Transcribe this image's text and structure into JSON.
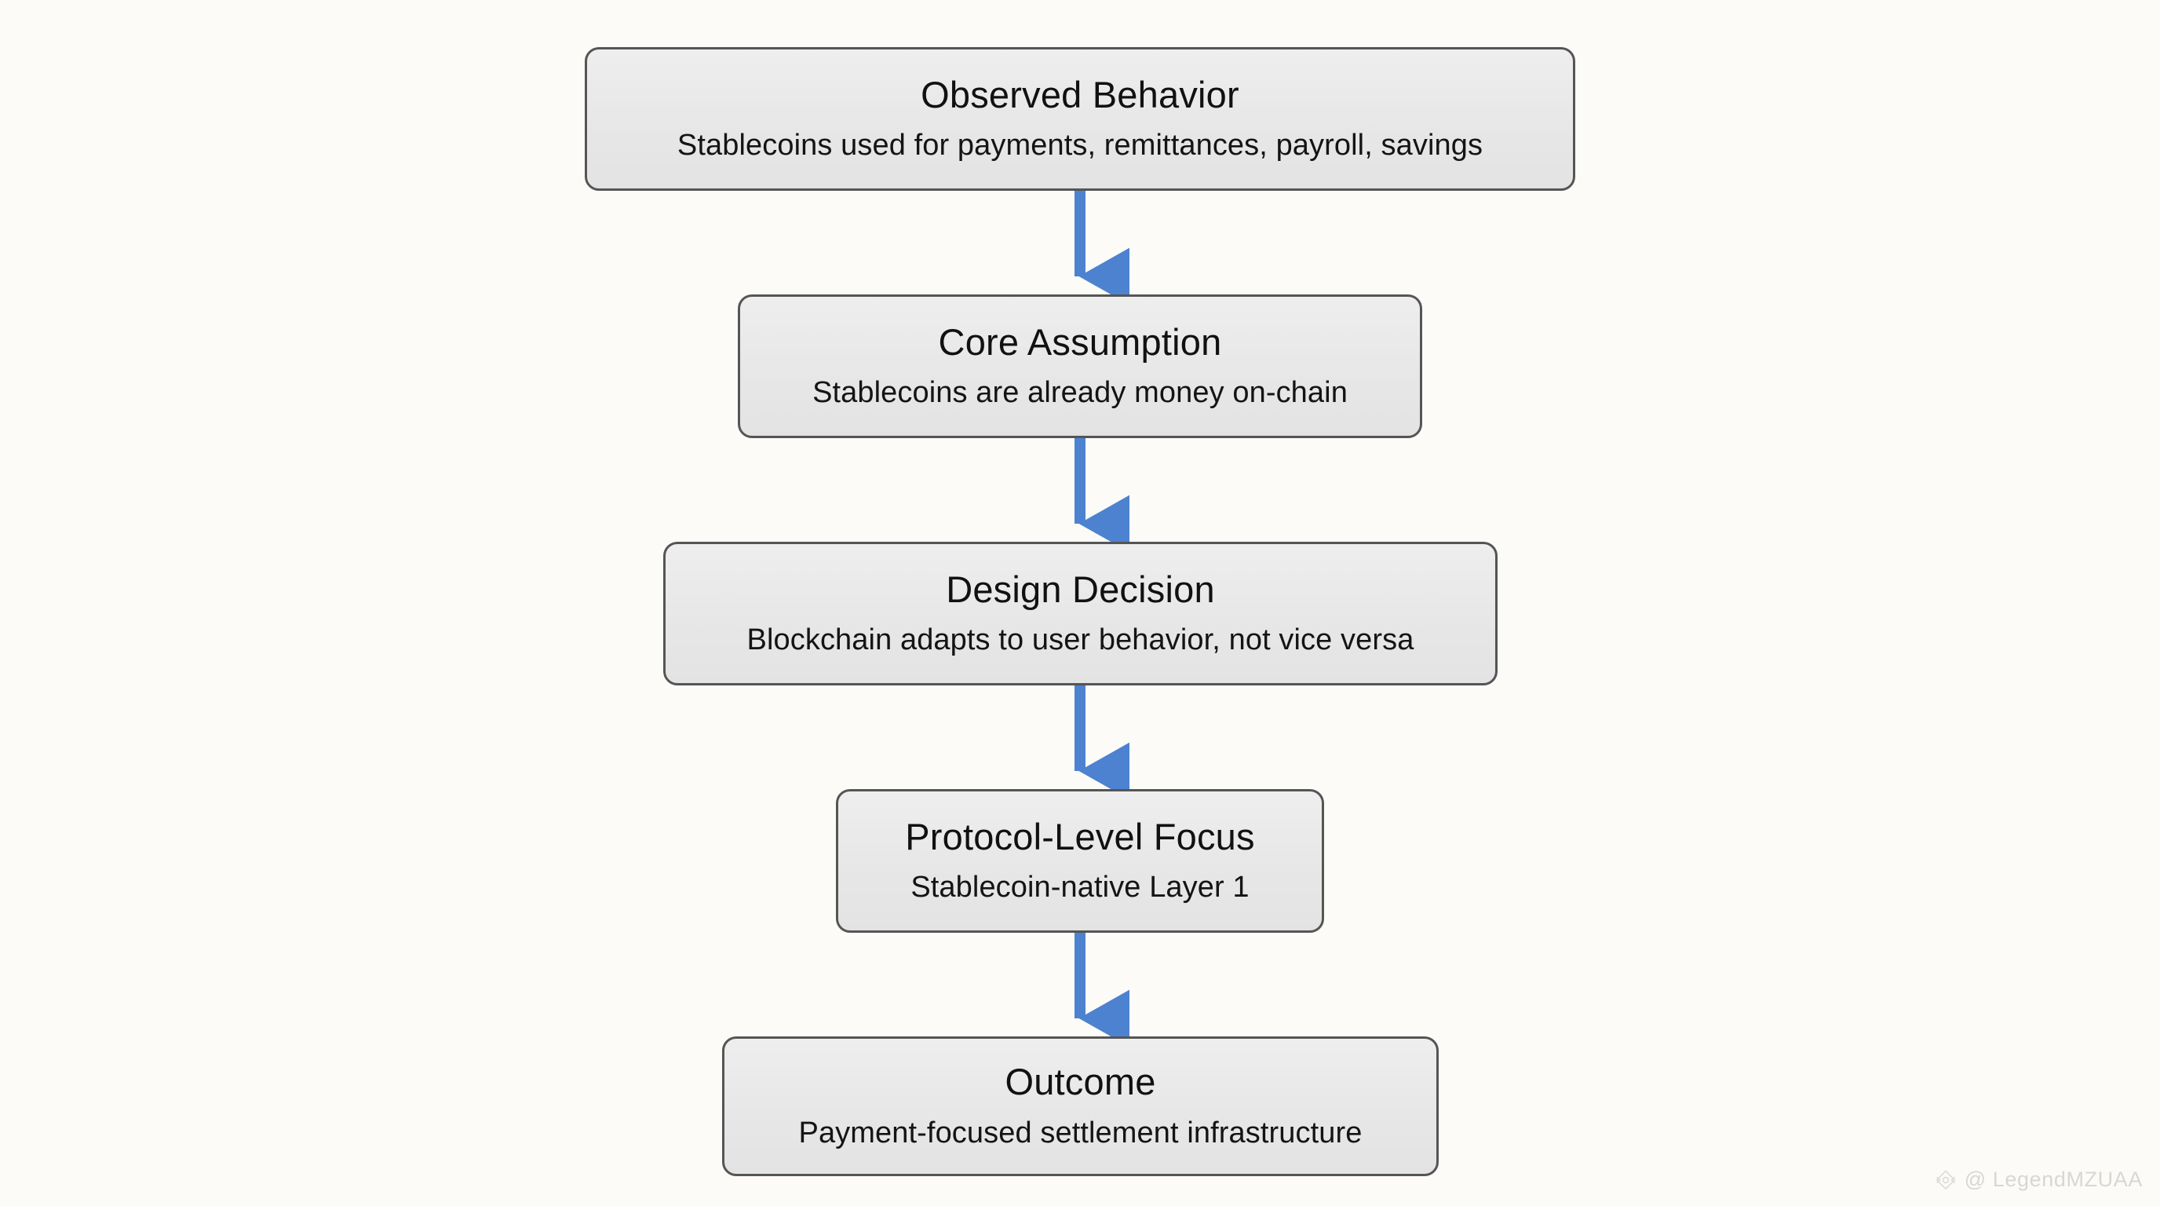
{
  "diagram": {
    "type": "flowchart",
    "orientation": "vertical-top-down",
    "background_color": "#fcfbf8",
    "node_fill_color": "#e9e9e9",
    "node_border_color": "#555555",
    "arrow_color": "#4d82d0",
    "nodes": [
      {
        "id": "observed-behavior",
        "title": "Observed Behavior",
        "subtitle": "Stablecoins used for payments, remittances, payroll, savings"
      },
      {
        "id": "core-assumption",
        "title": "Core Assumption",
        "subtitle": "Stablecoins are already money on-chain"
      },
      {
        "id": "design-decision",
        "title": "Design Decision",
        "subtitle": "Blockchain adapts to user behavior, not vice versa"
      },
      {
        "id": "protocol-focus",
        "title": "Protocol-Level Focus",
        "subtitle": "Stablecoin-native Layer 1"
      },
      {
        "id": "outcome",
        "title": "Outcome",
        "subtitle": "Payment-focused settlement infrastructure"
      }
    ],
    "edges": [
      {
        "from": "observed-behavior",
        "to": "core-assumption"
      },
      {
        "from": "core-assumption",
        "to": "design-decision"
      },
      {
        "from": "design-decision",
        "to": "protocol-focus"
      },
      {
        "from": "protocol-focus",
        "to": "outcome"
      }
    ]
  },
  "watermark": {
    "icon": "diamond-logo-icon",
    "text": "@ LegendMZUAA"
  }
}
